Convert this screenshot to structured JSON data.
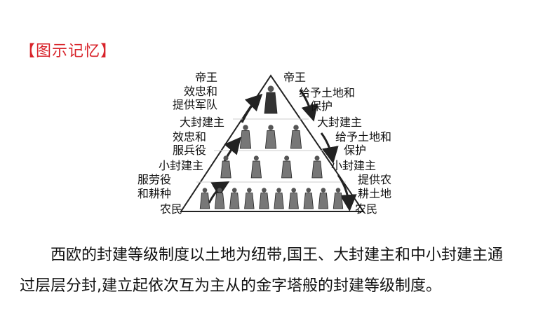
{
  "heading": "【图示记忆】",
  "diagram": {
    "left_labels": {
      "top": "帝王",
      "loyalty_1": [
        "效忠和",
        "提供军队"
      ],
      "lord_big": "大封建主",
      "loyalty_2": [
        "效忠和",
        "服兵役"
      ],
      "lord_small": "小封建主",
      "labor": [
        "服劳役",
        "和耕种"
      ],
      "peasant": "农民"
    },
    "right_labels": {
      "top": "帝王",
      "grant_1": [
        "给予土地和",
        "保护"
      ],
      "lord_big": "大封建主",
      "grant_2": [
        "给予土地和",
        "保护"
      ],
      "lord_small": "小封建主",
      "provide": [
        "提供农",
        "耕土地"
      ],
      "peasant": "农民"
    },
    "figure_rows": [
      1,
      3,
      4,
      10
    ]
  },
  "caption": {
    "line1": "西欧的封建等级制度以土地为纽带,国王、大封建主和中小封建主通",
    "line2": "过层层分封,建立起依次互为主从的金字塔般的封建等级制度。"
  }
}
